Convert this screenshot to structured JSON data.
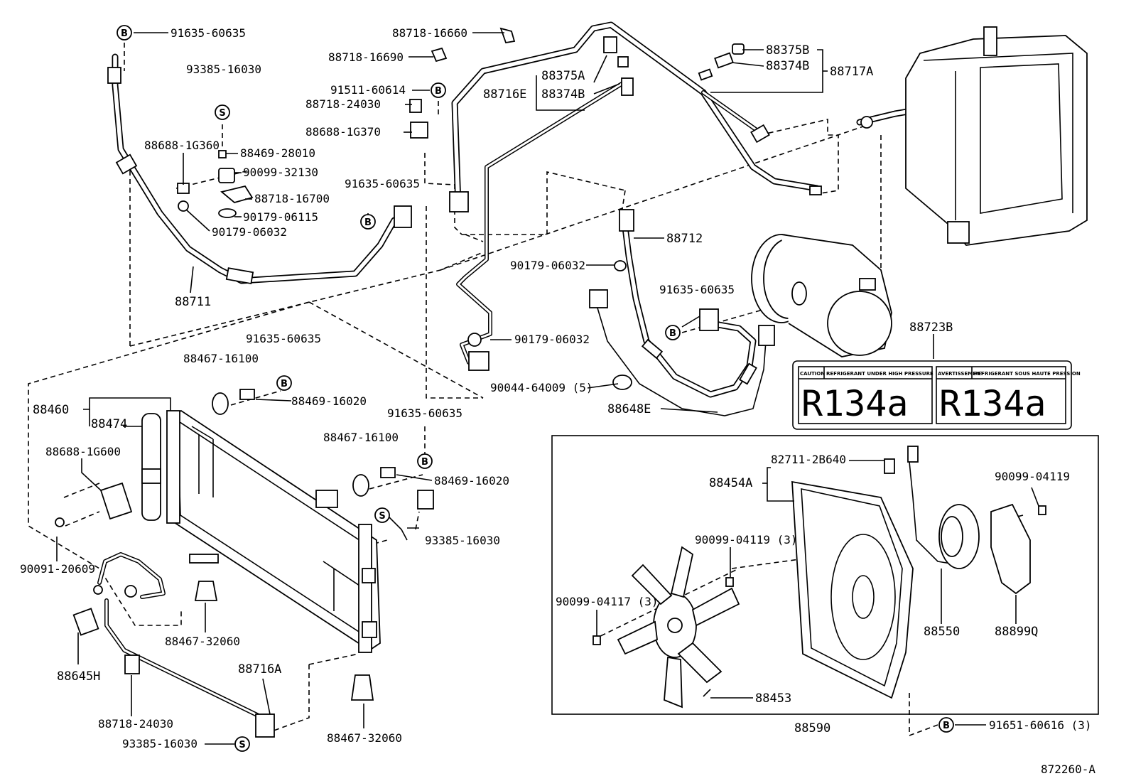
{
  "diagram_code": "872260-A",
  "markers": {
    "b": "B",
    "s": "S"
  },
  "labels": {
    "p91635_60635_top": "91635-60635",
    "p93385_16030_top": "93385-16030",
    "p88688_1G360": "88688-1G360",
    "p88469_28010": "88469-28010",
    "p90099_32130": "90099-32130",
    "p88718_16700": "88718-16700",
    "p90179_06115": "90179-06115",
    "p90179_06032_a": "90179-06032",
    "p88711": "88711",
    "p88718_16660": "88718-16660",
    "p88718_16690": "88718-16690",
    "p91511_60614": "91511-60614",
    "p88718_24030_top": "88718-24030",
    "p88688_1G370": "88688-1G370",
    "p91635_60635_mid": "91635-60635",
    "p88375A": "88375A",
    "p88716E": "88716E",
    "p88374B_a": "88374B",
    "p88375B": "88375B",
    "p88374B_b": "88374B",
    "p88717A": "88717A",
    "p88712": "88712",
    "p90179_06032_b": "90179-06032",
    "p91635_60635_comp": "91635-60635",
    "p90179_06032_c": "90179-06032",
    "p90044_64009": "90044-64009 (5)",
    "p88648E": "88648E",
    "p88723B": "88723B",
    "p91635_60635_cond": "91635-60635",
    "p88467_16100_a": "88467-16100",
    "p88469_16020_a": "88469-16020",
    "p88460": "88460",
    "p88474": "88474",
    "p88688_1G600": "88688-1G600",
    "p91635_60635_cond2": "91635-60635",
    "p88467_16100_b": "88467-16100",
    "p88469_16020_b": "88469-16020",
    "p93385_16030_mid": "93385-16030",
    "p90091_20609": "90091-20609",
    "p88467_32060_a": "88467-32060",
    "p88645H": "88645H",
    "p88716A": "88716A",
    "p88718_24030_bot": "88718-24030",
    "p93385_16030_bot": "93385-16030",
    "p88467_32060_b": "88467-32060",
    "p82711_2B640": "82711-2B640",
    "p88454A": "88454A",
    "p90099_04119_3": "90099-04119 (3)",
    "p90099_04117_3": "90099-04117 (3)",
    "p90099_04119": "90099-04119",
    "p88550": "88550",
    "p88899Q": "88899Q",
    "p88453": "88453",
    "p88590": "88590",
    "p91651_60616": "91651-60616 (3)"
  },
  "label_card": {
    "left_header_a": "CAUTION",
    "left_header_b": "REFRIGERANT UNDER HIGH PRESSURE",
    "right_header_a": "AVERTISSEMENT",
    "right_header_b": "REFRIGERANT SOUS HAUTE PRESSION",
    "left_value": "R134a",
    "right_value": "R134a"
  }
}
